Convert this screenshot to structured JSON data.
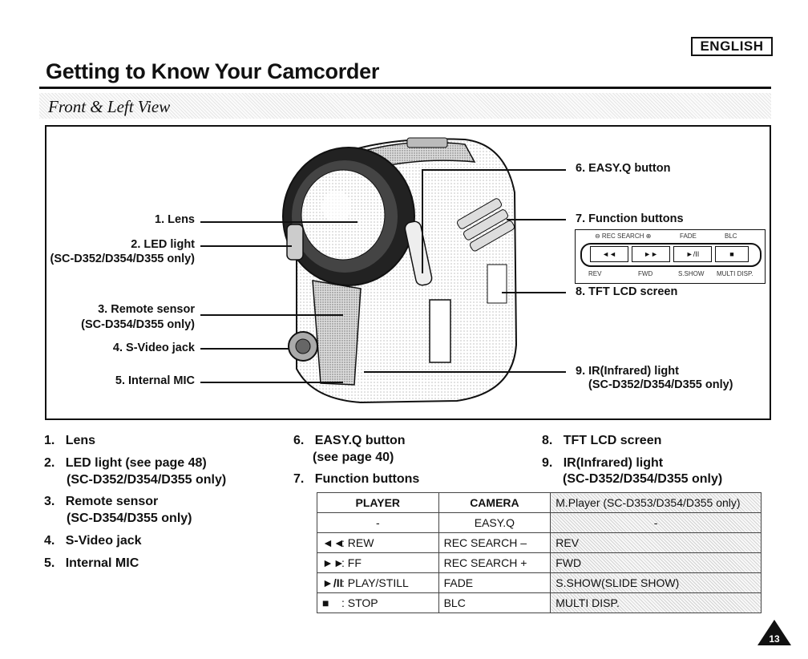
{
  "header": {
    "language": "ENGLISH",
    "title": "Getting to Know Your Camcorder"
  },
  "section": {
    "subtitle": "Front & Left View"
  },
  "figure": {
    "labels": {
      "lens": "1. Lens",
      "led": "2. LED light",
      "led_note": "(SC-D352/D354/D355 only)",
      "remote": "3. Remote sensor",
      "remote_note": "(SC-D354/D355 only)",
      "svideo": "4. S-Video jack",
      "mic": "5. Internal MIC",
      "easyq": "6. EASY.Q button",
      "function": "7. Function buttons",
      "tft": "8. TFT LCD screen",
      "ir": "9. IR(Infrared) light",
      "ir_note": "(SC-D352/D354/D355 only)"
    },
    "function_panel": {
      "top": [
        "⊖ REC SEARCH ⊕",
        "FADE",
        "BLC"
      ],
      "buttons": [
        "◄◄",
        "►►",
        "►/II",
        "■"
      ],
      "bottom": [
        "REV",
        "FWD",
        "S.SHOW",
        "MULTI DISP."
      ]
    }
  },
  "list": {
    "col1": [
      {
        "num": "1.",
        "text": "Lens",
        "note": ""
      },
      {
        "num": "2.",
        "text": "LED light (see page 48)",
        "note": "(SC-D352/D354/D355 only)"
      },
      {
        "num": "3.",
        "text": "Remote sensor",
        "note": "(SC-D354/D355 only)"
      },
      {
        "num": "4.",
        "text": "S-Video jack",
        "note": ""
      },
      {
        "num": "5.",
        "text": "Internal MIC",
        "note": ""
      }
    ],
    "col2": [
      {
        "num": "6.",
        "text": "EASY.Q button",
        "note": "(see page 40)"
      },
      {
        "num": "7.",
        "text": "Function buttons",
        "note": ""
      }
    ],
    "col3": [
      {
        "num": "8.",
        "text": "TFT LCD screen",
        "note": ""
      },
      {
        "num": "9.",
        "text": "IR(Infrared) light",
        "note": "(SC-D352/D354/D355 only)"
      }
    ]
  },
  "function_table": {
    "headers": [
      "PLAYER",
      "CAMERA",
      "M.Player (SC-D353/D354/D355 only)"
    ],
    "rows": [
      {
        "sym": "",
        "player": "-",
        "camera": "EASY.Q",
        "mplayer": "-"
      },
      {
        "sym": "◄◄",
        "player": ": REW",
        "camera": "REC SEARCH –",
        "mplayer": "REV"
      },
      {
        "sym": "►►",
        "player": ": FF",
        "camera": "REC SEARCH +",
        "mplayer": "FWD"
      },
      {
        "sym": "►/II",
        "player": ": PLAY/STILL",
        "camera": "FADE",
        "mplayer": "S.SHOW(SLIDE SHOW)"
      },
      {
        "sym": "■",
        "player": ": STOP",
        "camera": "BLC",
        "mplayer": "MULTI DISP."
      }
    ]
  },
  "page_number": "13"
}
